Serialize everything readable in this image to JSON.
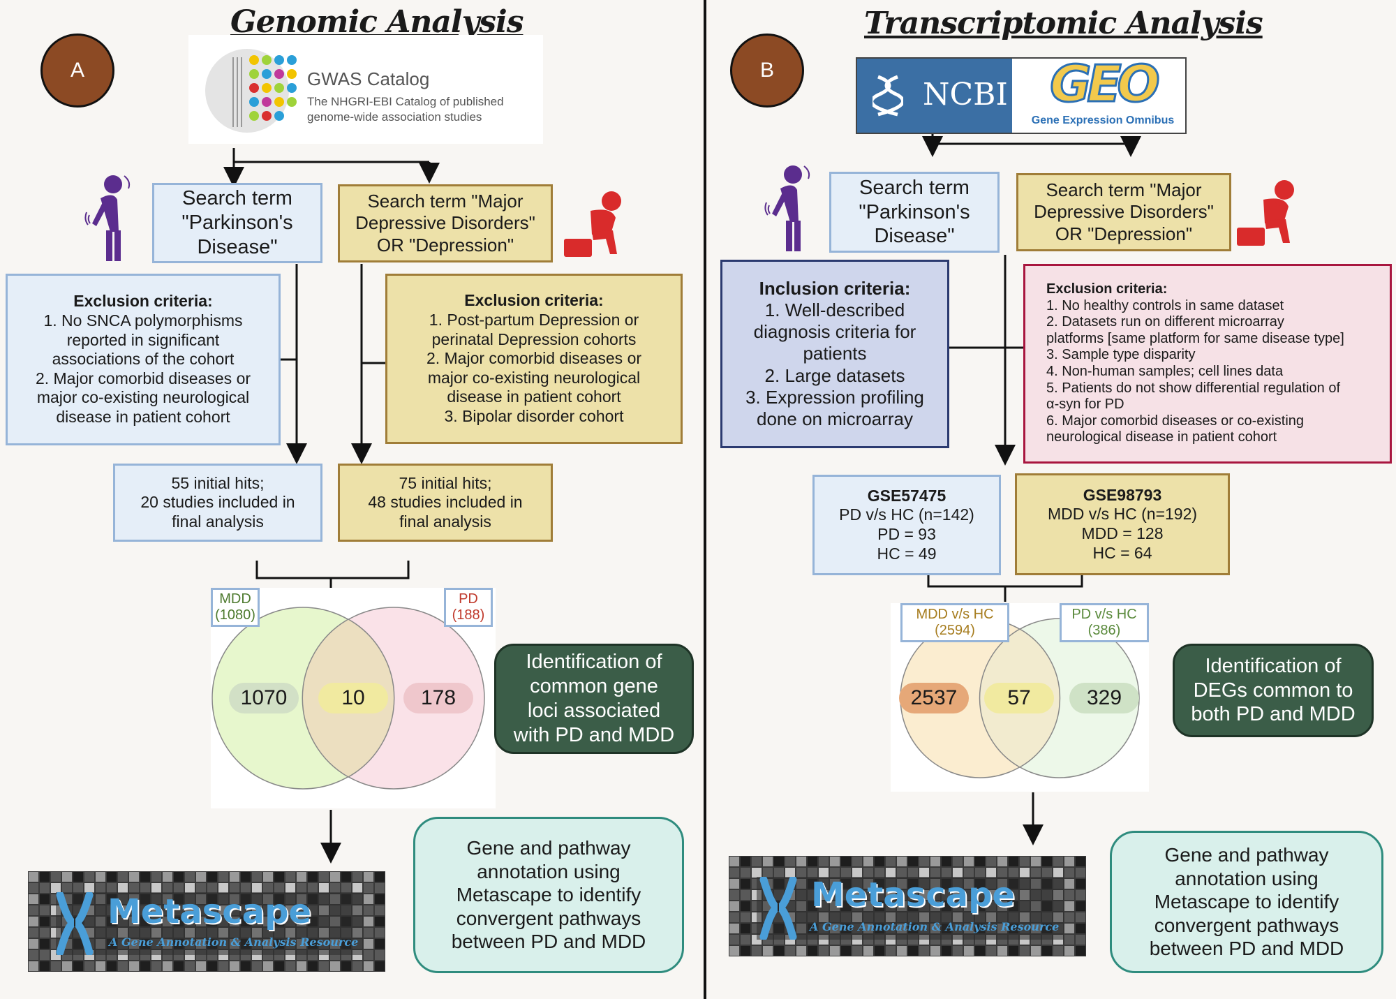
{
  "panel_a": {
    "title": "Genomic Analysis",
    "badge": "A",
    "gwas": {
      "name": "GWAS Catalog",
      "sub1": "The NHGRI-EBI Catalog of published",
      "sub2": "genome-wide association studies"
    },
    "search_pd": [
      "Search term",
      "\"Parkinson's",
      "Disease\""
    ],
    "search_mdd": [
      "Search term \"Major",
      "Depressive Disorders\"",
      "OR \"Depression\""
    ],
    "exclusion_pd": {
      "heading": "Exclusion criteria:",
      "lines": [
        "1. No SNCA polymorphisms",
        "reported in significant",
        "associations of the cohort",
        "2. Major comorbid diseases or",
        "major co-existing neurological",
        "disease in patient cohort"
      ]
    },
    "exclusion_mdd": {
      "heading": "Exclusion criteria:",
      "lines": [
        "1. Post-partum Depression or",
        "perinatal Depression cohorts",
        "2. Major comorbid diseases or",
        "major co-existing neurological",
        "disease in patient cohort",
        "3. Bipolar disorder cohort"
      ]
    },
    "hits_pd": [
      "55 initial hits;",
      "20 studies included in",
      "final analysis"
    ],
    "hits_mdd": [
      "75  initial hits;",
      "48 studies included in",
      "final analysis"
    ],
    "venn": {
      "left_label": [
        "MDD",
        "(1080)"
      ],
      "right_label": [
        "PD",
        "(188)"
      ],
      "left_only": "1070",
      "overlap": "10",
      "right_only": "178"
    },
    "result": [
      "Identification of",
      "common gene",
      "loci associated",
      "with  PD and MDD"
    ],
    "metascape": {
      "name": "Metascape",
      "sub": "A Gene Annotation & Analysis Resource"
    },
    "annotation": [
      "Gene and pathway",
      "annotation using",
      "Metascape to identify",
      "convergent pathways",
      "between PD and MDD"
    ]
  },
  "panel_b": {
    "title": "Transcriptomic Analysis",
    "badge": "B",
    "ncbi": "NCBI",
    "geo": {
      "name": "GEO",
      "sub": "Gene Expression Omnibus"
    },
    "search_pd": [
      "Search term",
      "\"Parkinson's",
      "Disease\""
    ],
    "search_mdd": [
      "Search term \"Major",
      "Depressive Disorders\"",
      "OR \"Depression\""
    ],
    "inclusion": {
      "heading": "Inclusion criteria:",
      "lines": [
        "1. Well-described",
        "diagnosis criteria for",
        "patients",
        "2. Large datasets",
        "3. Expression profiling",
        "done on microarray"
      ]
    },
    "exclusion": {
      "heading": "Exclusion criteria:",
      "lines": [
        "1. No healthy controls in same dataset",
        "2. Datasets run on different microarray",
        "platforms [same platform for same disease type]",
        "3. Sample type disparity",
        "4. Non-human samples; cell lines data",
        "5. Patients do not show differential regulation of",
        "α-syn for PD",
        "6. Major comorbid diseases or co-existing",
        "neurological disease in patient cohort"
      ]
    },
    "dataset_pd": {
      "id": "GSE57475",
      "lines": [
        "PD v/s HC (n=142)",
        "PD = 93",
        "HC = 49"
      ]
    },
    "dataset_mdd": {
      "id": "GSE98793",
      "lines": [
        "MDD v/s HC (n=192)",
        "MDD = 128",
        "HC = 64"
      ]
    },
    "venn": {
      "left_label": [
        "MDD v/s HC",
        "(2594)"
      ],
      "right_label": [
        "PD v/s HC",
        "(386)"
      ],
      "left_only": "2537",
      "overlap": "57",
      "right_only": "329"
    },
    "result": [
      "Identification of",
      "DEGs common to",
      "both PD and MDD"
    ],
    "metascape": {
      "name": "Metascape",
      "sub": "A Gene Annotation & Analysis Resource"
    },
    "annotation": [
      "Gene and pathway",
      "annotation using",
      "Metascape to identify",
      "convergent pathways",
      "between PD and MDD"
    ]
  },
  "colors": {
    "badge": "#8c4a24",
    "blue_box": "#e5eef8",
    "yellow_box": "#ede1a9",
    "dark_green": "#3b5d48",
    "mint": "#d9f0eb",
    "person_purple": "#5b2d8e",
    "person_red": "#d92b2b"
  }
}
